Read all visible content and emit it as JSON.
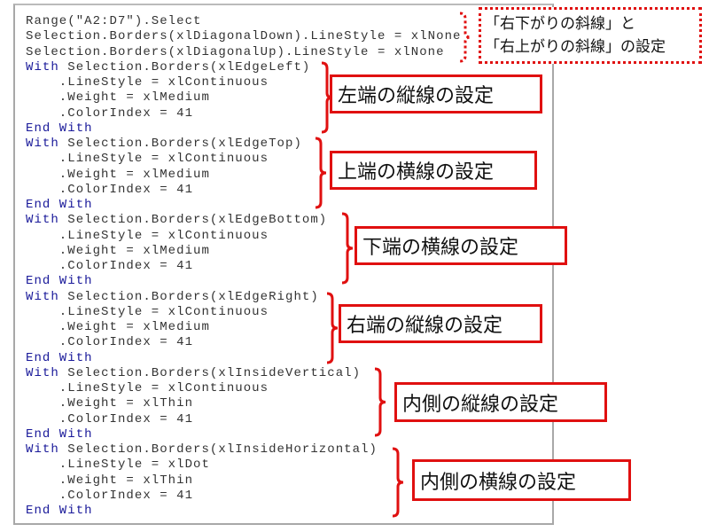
{
  "code_lines": [
    {
      "kw": "",
      "rest": "Range(\"A2:D7\").Select"
    },
    {
      "kw": "",
      "rest": "Selection.Borders(xlDiagonalDown).LineStyle = xlNone"
    },
    {
      "kw": "",
      "rest": "Selection.Borders(xlDiagonalUp).LineStyle = xlNone"
    },
    {
      "kw": "With",
      "rest": " Selection.Borders(xlEdgeLeft)"
    },
    {
      "kw": "",
      "rest": "    .LineStyle = xlContinuous"
    },
    {
      "kw": "",
      "rest": "    .Weight = xlMedium"
    },
    {
      "kw": "",
      "rest": "    .ColorIndex = 41"
    },
    {
      "kw": "End With",
      "rest": ""
    },
    {
      "kw": "With",
      "rest": " Selection.Borders(xlEdgeTop)"
    },
    {
      "kw": "",
      "rest": "    .LineStyle = xlContinuous"
    },
    {
      "kw": "",
      "rest": "    .Weight = xlMedium"
    },
    {
      "kw": "",
      "rest": "    .ColorIndex = 41"
    },
    {
      "kw": "End With",
      "rest": ""
    },
    {
      "kw": "With",
      "rest": " Selection.Borders(xlEdgeBottom)"
    },
    {
      "kw": "",
      "rest": "    .LineStyle = xlContinuous"
    },
    {
      "kw": "",
      "rest": "    .Weight = xlMedium"
    },
    {
      "kw": "",
      "rest": "    .ColorIndex = 41"
    },
    {
      "kw": "End With",
      "rest": ""
    },
    {
      "kw": "With",
      "rest": " Selection.Borders(xlEdgeRight)"
    },
    {
      "kw": "",
      "rest": "    .LineStyle = xlContinuous"
    },
    {
      "kw": "",
      "rest": "    .Weight = xlMedium"
    },
    {
      "kw": "",
      "rest": "    .ColorIndex = 41"
    },
    {
      "kw": "End With",
      "rest": ""
    },
    {
      "kw": "With",
      "rest": " Selection.Borders(xlInsideVertical)"
    },
    {
      "kw": "",
      "rest": "    .LineStyle = xlContinuous"
    },
    {
      "kw": "",
      "rest": "    .Weight = xlThin"
    },
    {
      "kw": "",
      "rest": "    .ColorIndex = 41"
    },
    {
      "kw": "End With",
      "rest": ""
    },
    {
      "kw": "With",
      "rest": " Selection.Borders(xlInsideHorizontal)"
    },
    {
      "kw": "",
      "rest": "    .LineStyle = xlDot"
    },
    {
      "kw": "",
      "rest": "    .Weight = xlThin"
    },
    {
      "kw": "",
      "rest": "    .ColorIndex = 41"
    },
    {
      "kw": "End With",
      "rest": ""
    }
  ],
  "annotations": {
    "diagonal": {
      "line1": "「右下がりの斜線」と",
      "line2": "「右上がりの斜線」の設定"
    },
    "left": "左端の縦線の設定",
    "top": "上端の横線の設定",
    "bottom": "下端の横線の設定",
    "right": "右端の縦線の設定",
    "inside_vertical": "内側の縦線の設定",
    "inside_horizontal": "内側の横線の設定"
  },
  "colors": {
    "annotation": "#e01010",
    "keyword": "#1a1a9a"
  }
}
